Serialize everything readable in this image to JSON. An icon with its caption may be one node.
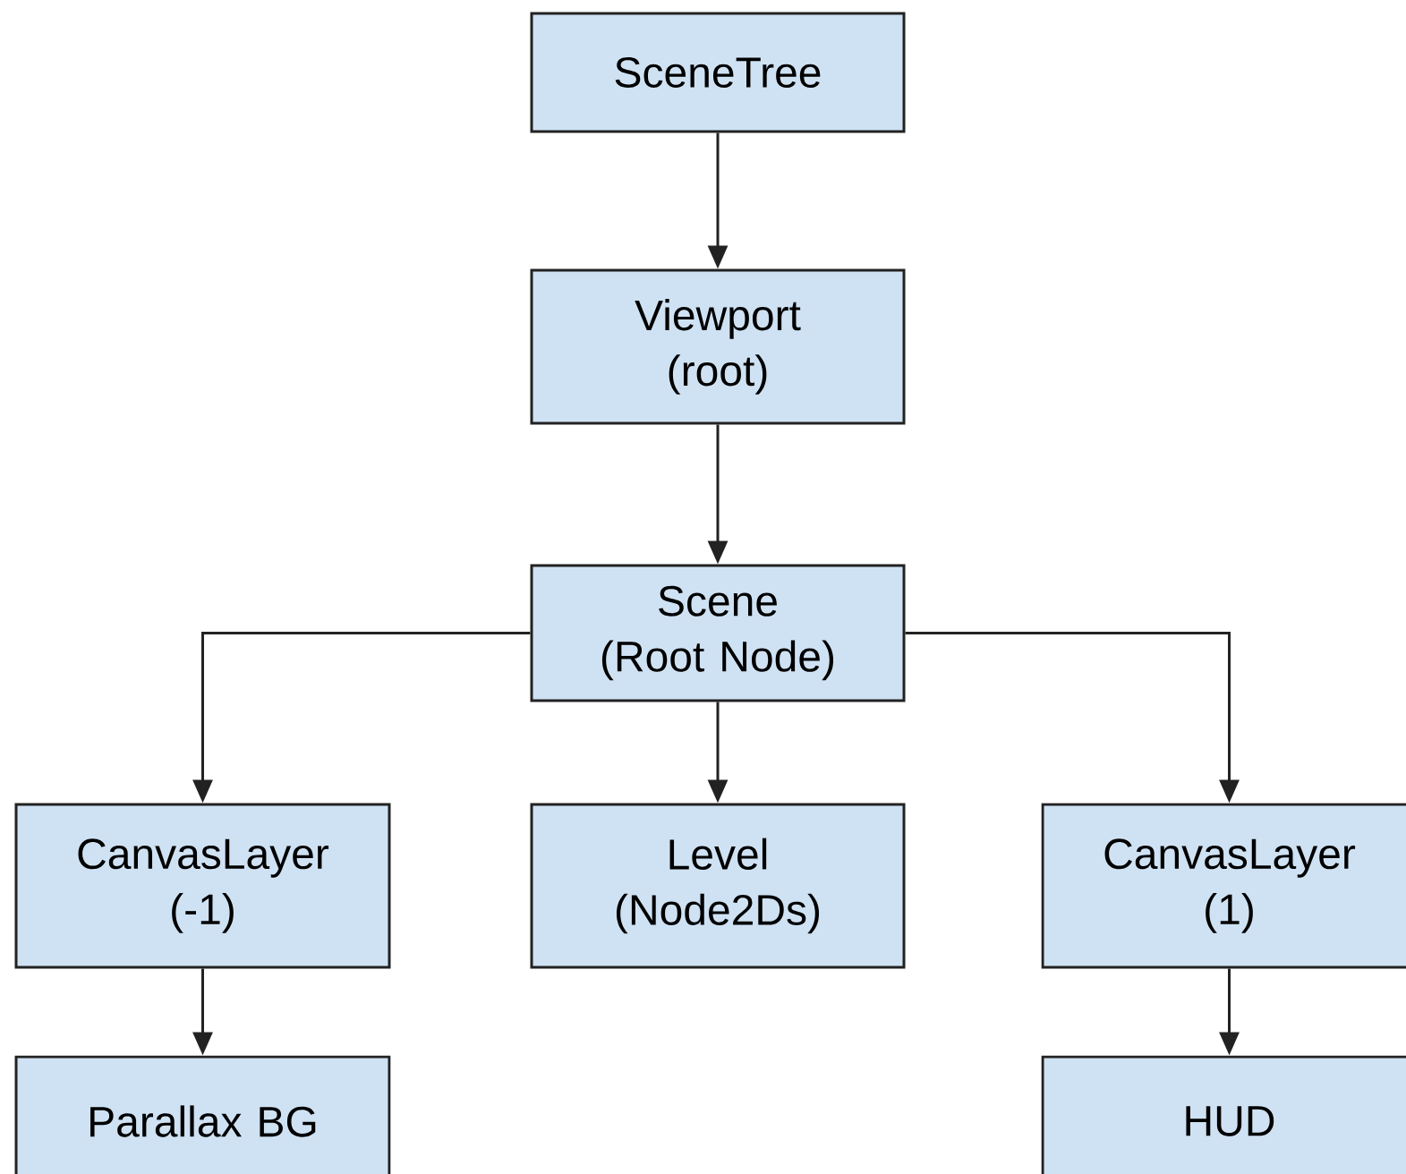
{
  "diagram": {
    "nodes": [
      {
        "text": [
          "SceneTree"
        ]
      },
      {
        "text": [
          "Viewport (root)"
        ]
      },
      {
        "text": [
          "Scene (Root Node)"
        ]
      },
      {
        "text": [
          "CanvasLayer (-1)"
        ]
      },
      {
        "text": [
          "Level (Node2Ds)"
        ]
      },
      {
        "text": [
          "CanvasLayer (1)"
        ]
      },
      {
        "text": [
          "Parallax BG"
        ]
      },
      {
        "text": [
          "HUD"
        ]
      }
    ],
    "edges": [
      {
        "from": 0,
        "to": 1,
        "arrow": "to"
      },
      {
        "from": 1,
        "to": 2,
        "arrow": "to"
      },
      {
        "from": 2,
        "to": 3,
        "arrow": "to"
      },
      {
        "from": 2,
        "to": 4,
        "arrow": "to"
      },
      {
        "from": 2,
        "to": 5,
        "arrow": "to"
      },
      {
        "from": 3,
        "to": 6,
        "arrow": "to"
      },
      {
        "from": 5,
        "to": 7,
        "arrow": "to"
      }
    ]
  }
}
